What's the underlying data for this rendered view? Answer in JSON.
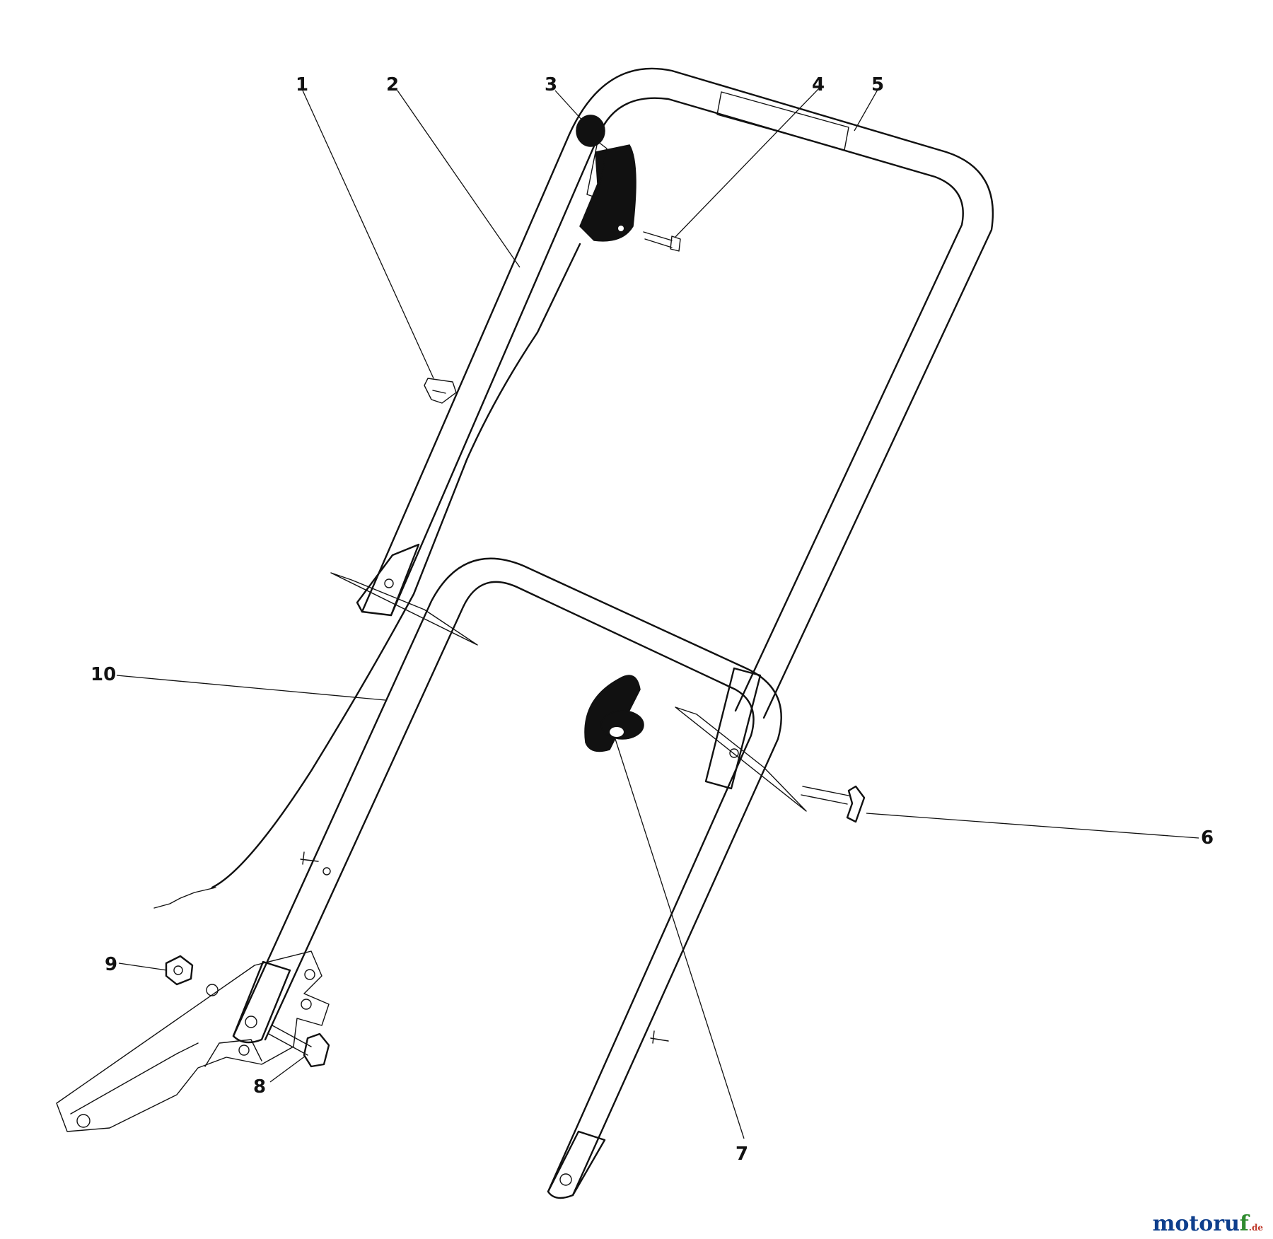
{
  "callouts": [
    {
      "num": "1"
    },
    {
      "num": "2"
    },
    {
      "num": "3"
    },
    {
      "num": "4"
    },
    {
      "num": "5"
    },
    {
      "num": "6"
    },
    {
      "num": "7"
    },
    {
      "num": "8"
    },
    {
      "num": "9"
    },
    {
      "num": "10"
    }
  ],
  "watermark": {
    "main": "motoru",
    "accent": "f",
    "suffix": ".de"
  },
  "colors": {
    "ink": "#111111",
    "background": "#ffffff",
    "watermark_blue": "#0d3e8c",
    "watermark_green": "#2e8b2e",
    "watermark_red": "#c0392b"
  }
}
